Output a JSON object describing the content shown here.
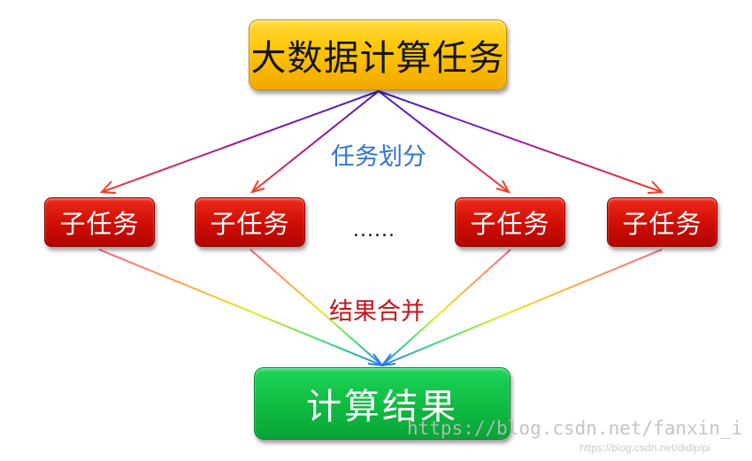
{
  "nodes": {
    "top": "大数据计算任务",
    "subtasks": [
      "子任务",
      "子任务",
      "子任务",
      "子任务"
    ],
    "ellipsis": "......",
    "result": "计算结果"
  },
  "labels": {
    "split": "任务划分",
    "merge": "结果合并"
  },
  "watermark": {
    "main": "https://blog.csdn.net/fanxin_i",
    "small": "https://blog.csdn.net/didipipi"
  },
  "colors": {
    "top_node": "#ffc400",
    "sub_node": "#d10f05",
    "result_node": "#0fbd42",
    "split_label": "#2d76d6",
    "merge_label": "#c4141b"
  }
}
